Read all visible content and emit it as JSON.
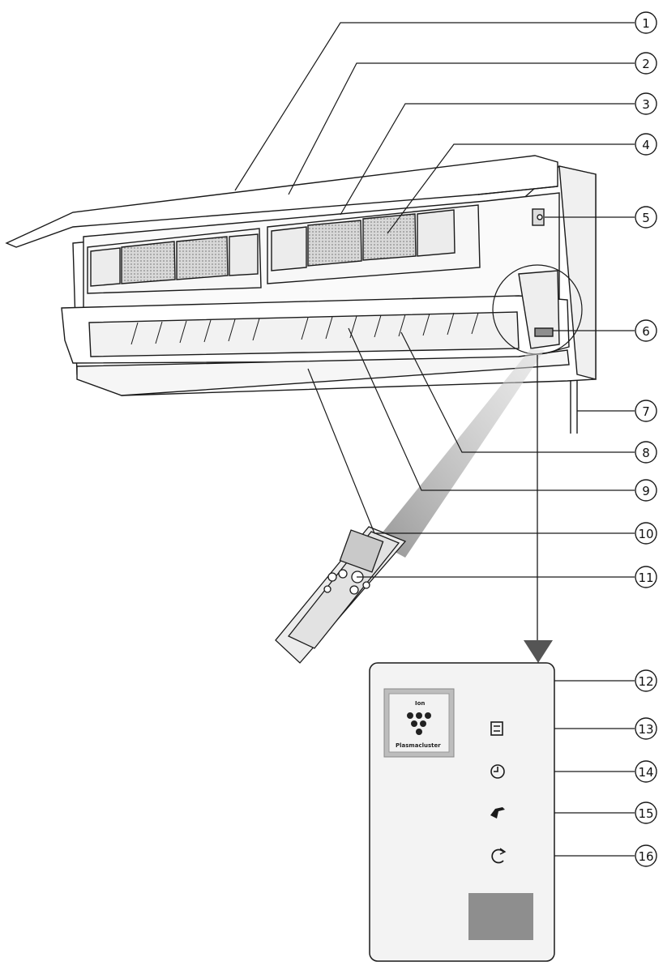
{
  "callouts": [
    {
      "number": "1"
    },
    {
      "number": "2"
    },
    {
      "number": "3"
    },
    {
      "number": "4"
    },
    {
      "number": "5"
    },
    {
      "number": "6"
    },
    {
      "number": "7"
    },
    {
      "number": "8"
    },
    {
      "number": "9"
    },
    {
      "number": "10"
    },
    {
      "number": "11"
    },
    {
      "number": "12"
    },
    {
      "number": "13"
    },
    {
      "number": "14"
    },
    {
      "number": "15"
    },
    {
      "number": "16"
    }
  ],
  "panel": {
    "logo_top_text": "Ion",
    "logo_bottom_text": "Plasmacluster",
    "indicator_icons": [
      "mode-indicator-icon",
      "timer-indicator-icon",
      "clean-indicator-icon",
      "auto-restart-icon"
    ]
  },
  "colors": {
    "line": "#1a1a1a",
    "panel_bg": "#f3f3f3",
    "filter_mesh": "#bdbdbd",
    "receiver_window": "#8e8e8e",
    "beam": "#999999"
  }
}
